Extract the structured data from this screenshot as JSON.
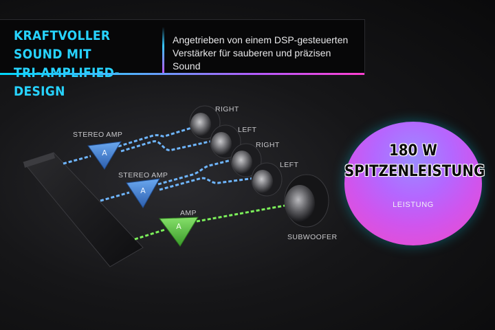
{
  "header": {
    "title_line1": "KRAFTVOLLER SOUND MIT",
    "title_line2": "TRI-AMPLIFIED-DESIGN",
    "description": "Angetrieben von einem DSP-gesteuerten Verstärker für sauberen und präzisen Sound",
    "colors": {
      "title": "#27d3ff",
      "bar_start": "#00d8ff",
      "bar_end": "#ff3fd0"
    }
  },
  "diagram": {
    "amps": [
      {
        "label": "STEREO AMP",
        "icon": "amp-triangle-icon",
        "color": "#3d7fd6"
      },
      {
        "label": "STEREO AMP",
        "icon": "amp-triangle-icon",
        "color": "#3d7fd6"
      },
      {
        "label": "AMP",
        "icon": "amp-triangle-icon",
        "color": "#4fc23a"
      }
    ],
    "speakers": [
      {
        "label": "RIGHT"
      },
      {
        "label": "LEFT"
      },
      {
        "label": "RIGHT"
      },
      {
        "label": "LEFT"
      },
      {
        "label": "SUBWOOFER"
      }
    ],
    "amp_glyph": "A",
    "colors": {
      "stereo_wire": "#6fb6ff",
      "sub_wire": "#7cf05a"
    }
  },
  "badge": {
    "power_line1": "180 W",
    "power_line2": "SPITZENLEISTUNG",
    "caption": "LEISTUNG"
  }
}
